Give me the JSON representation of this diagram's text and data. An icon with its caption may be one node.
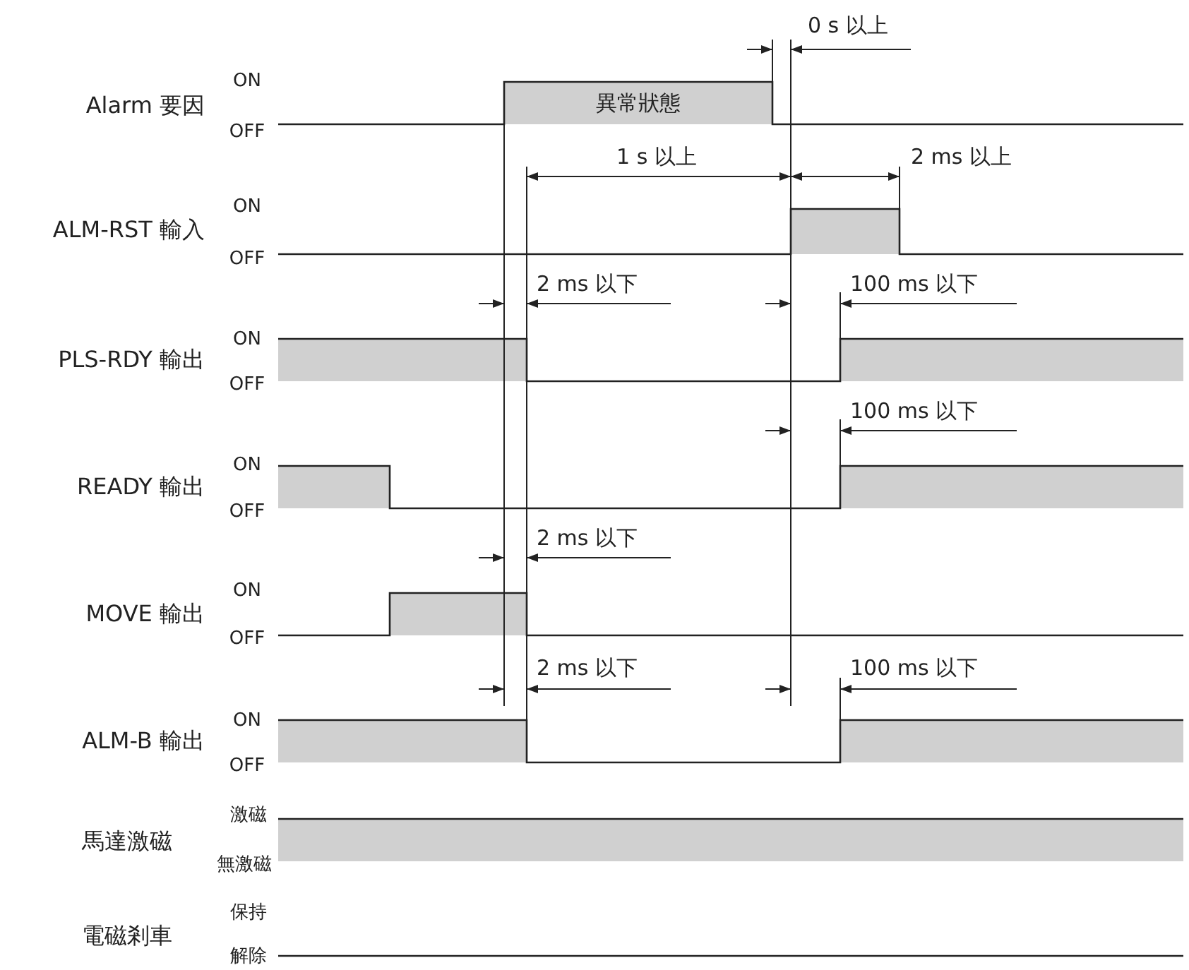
{
  "diagram": {
    "labels": [
      "0 s 以上",
      "Alarm 要因",
      "ON",
      "OFF",
      "異常狀態",
      "1 s 以上",
      "2 ms 以上",
      "ALM-RST 輸入",
      "ON",
      "OFF",
      "2 ms 以下",
      "100 ms 以下",
      "PLS-RDY 輸出",
      "ON",
      "OFF",
      "100 ms 以下",
      "READY 輸出",
      "ON",
      "OFF",
      "2 ms 以下",
      "MOVE 輸出",
      "ON",
      "OFF",
      "2 ms 以下",
      "100 ms 以下",
      "ALM-B 輸出",
      "ON",
      "OFF",
      "馬達激磁",
      "激磁",
      "無激磁",
      "電磁剎車",
      "保持",
      "解除"
    ]
  }
}
